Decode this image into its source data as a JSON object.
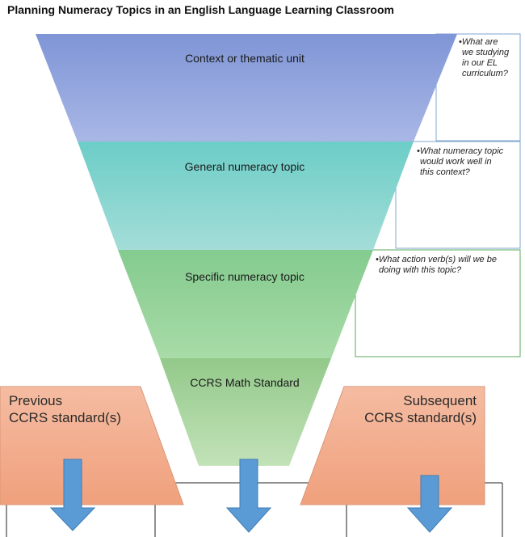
{
  "title": "Planning Numeracy Topics in an English Language Learning Classroom",
  "funnel": {
    "levels": [
      {
        "label": "Context or thematic unit",
        "note": [
          "•What are",
          "we studying",
          "in our EL",
          "curriculum?"
        ]
      },
      {
        "label": "General numeracy topic",
        "note": [
          "•What numeracy topic",
          "would work well in",
          "this context?"
        ]
      },
      {
        "label": "Specific numeracy topic",
        "note": [
          "•What action verb(s) will we be",
          "doing with this topic?"
        ]
      },
      {
        "label": "CCRS Math Standard"
      }
    ]
  },
  "previous_standard": {
    "line1": "Previous",
    "line2": "CCRS standard(s)"
  },
  "subsequent_standard": {
    "line1": "Subsequent",
    "line2": "CCRS standard(s)"
  },
  "colors": {
    "level1_top": "#7f95d6",
    "level1_bottom": "#a9b7e6",
    "level2_top": "#6ccdc7",
    "level2_bottom": "#a4ddd8",
    "level3_top": "#84cb8f",
    "level3_bottom": "#a8dba7",
    "level4_top": "#93c98a",
    "level4_bottom": "#c2e2b8",
    "note_border_blue": "#7fa5cf",
    "note_border_green": "#5aa85f",
    "standard_top": "#f5bca2",
    "standard_bottom": "#f0a07c",
    "standard_border": "#d9967a",
    "arrow": "#5b9bd5",
    "arrow_border": "#3f7bb5"
  }
}
